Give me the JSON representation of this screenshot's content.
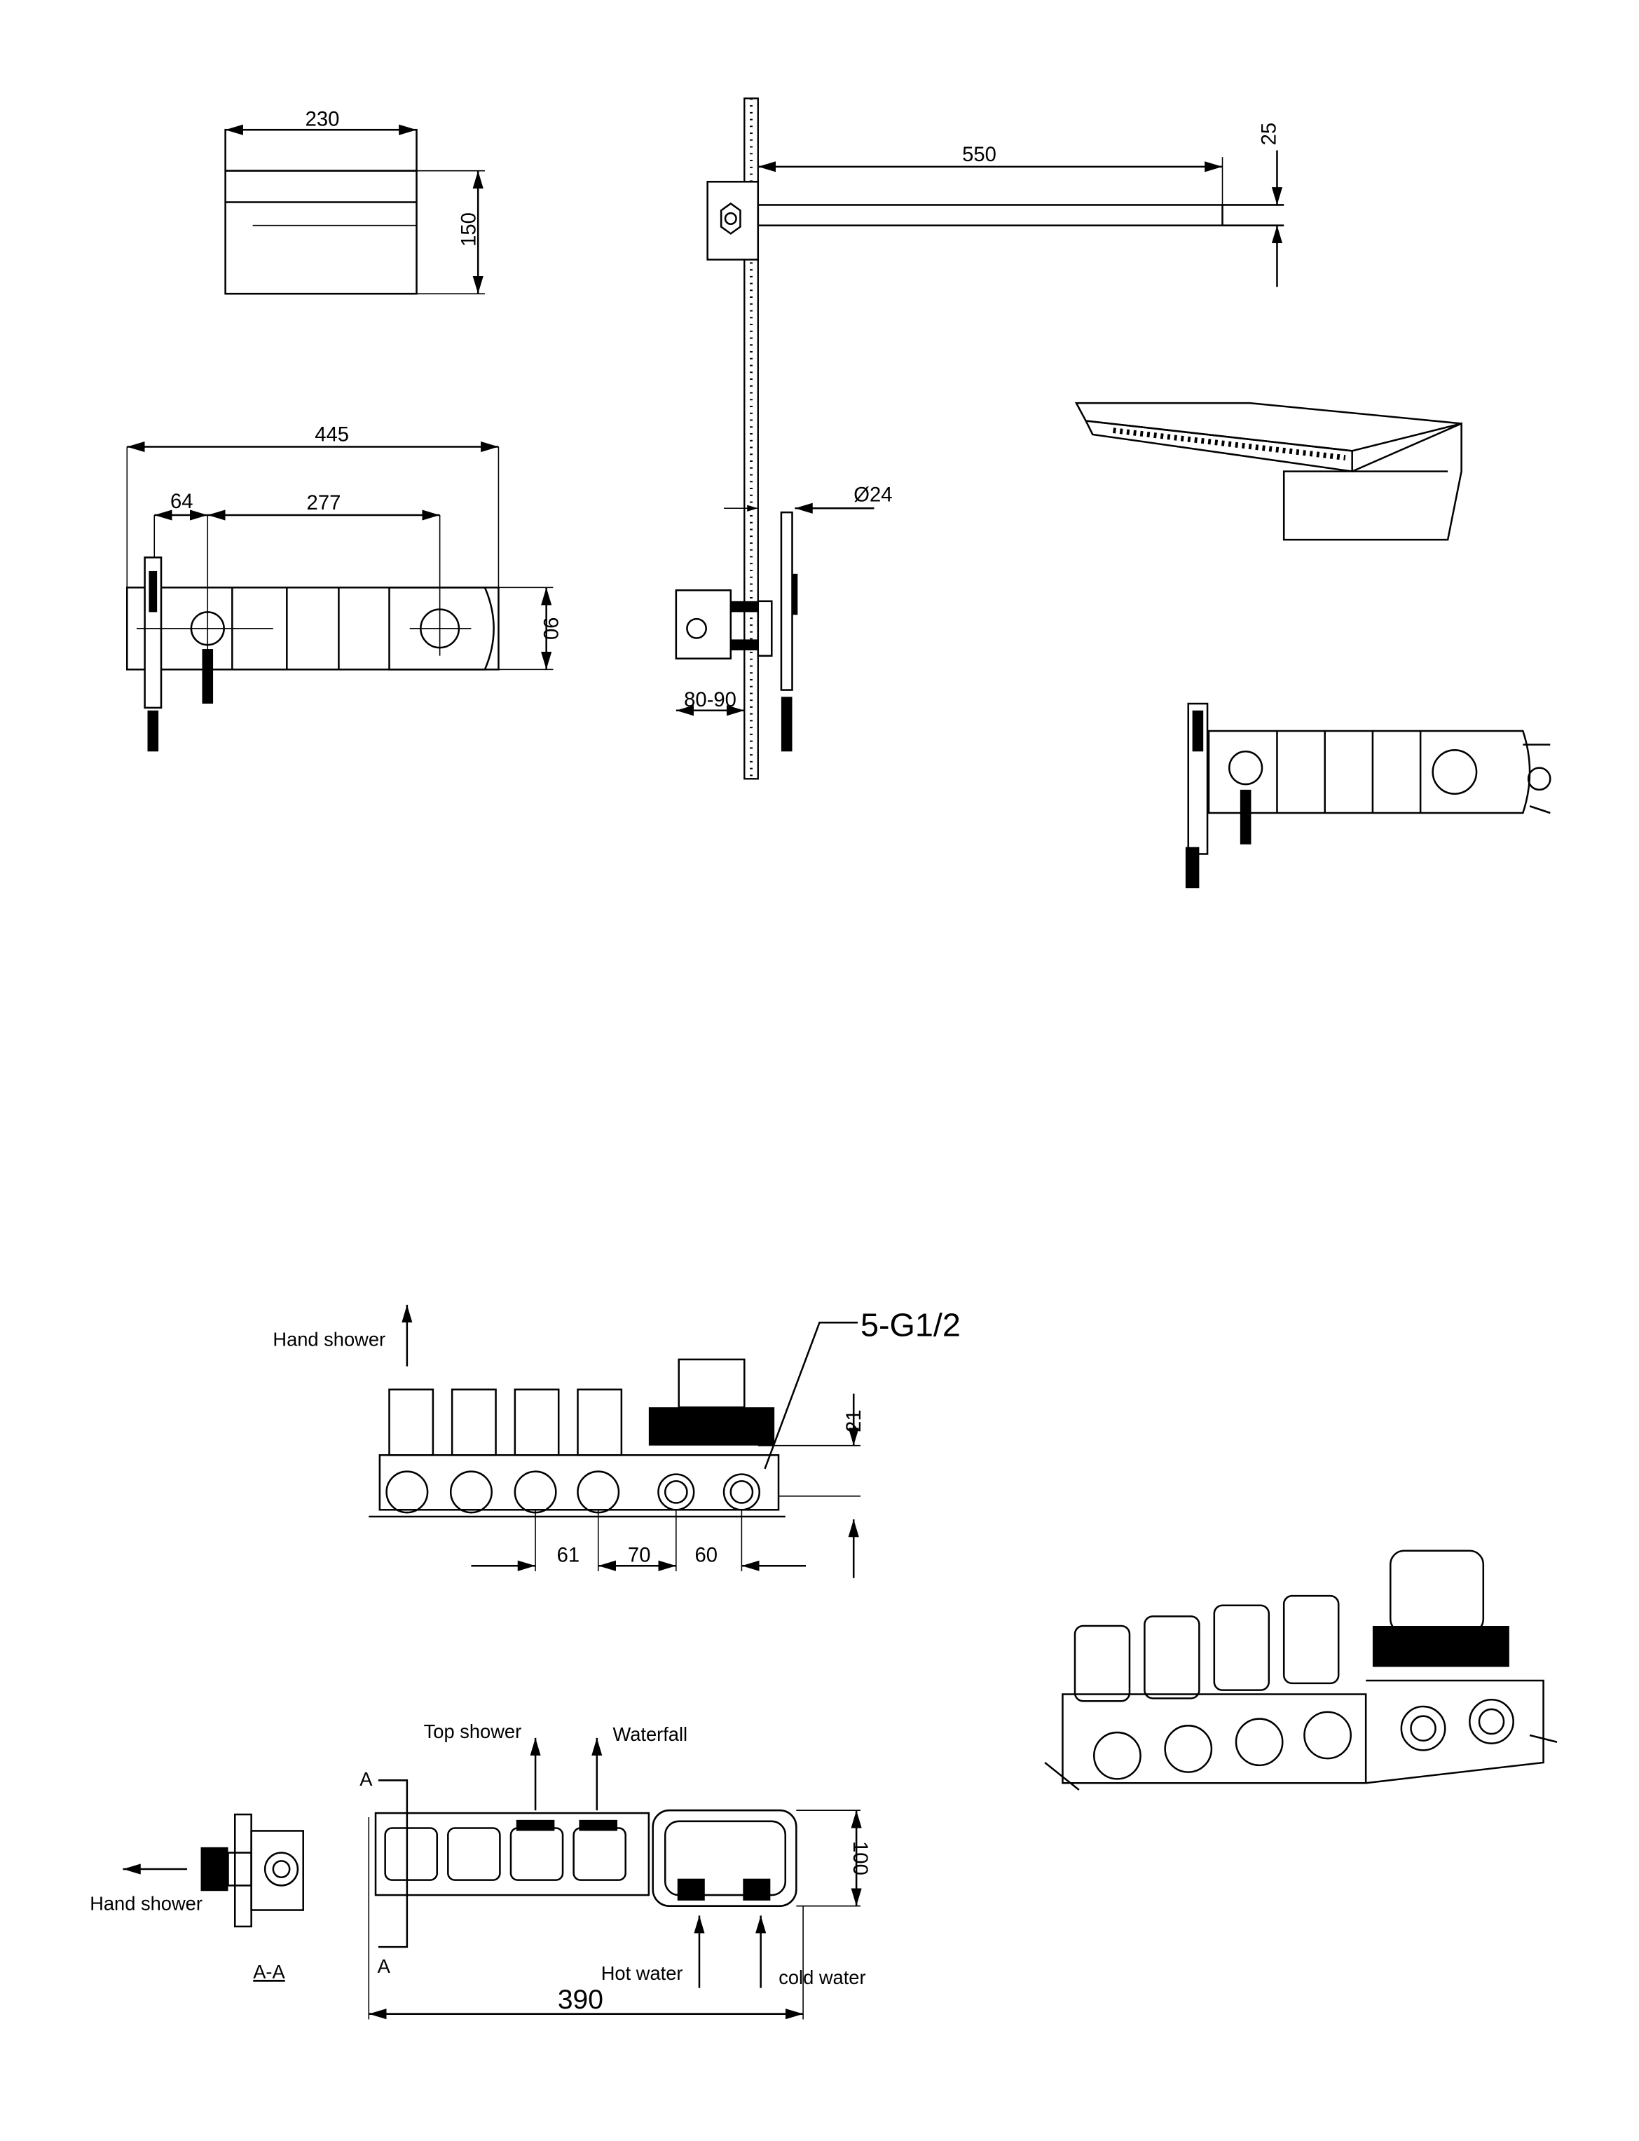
{
  "colors": {
    "ink": "#000000",
    "paper": "#ffffff"
  },
  "top_view": {
    "width_dim": "230",
    "height_dim": "150"
  },
  "side_view": {
    "arm_length_dim": "550",
    "arm_thickness_dim": "25",
    "hose_diameter_dim": "Ø24",
    "wall_depth_dim": "80-90"
  },
  "front_panel": {
    "total_width_dim": "445",
    "offset_dim": "64",
    "spacing_dim": "277",
    "height_dim": "90"
  },
  "valve_elevation": {
    "hand_shower_label": "Hand shower",
    "thread_label": "5-G1/2",
    "height_dim": "21",
    "spacing_1": "61",
    "spacing_2": "70",
    "spacing_3": "60"
  },
  "valve_plan": {
    "top_shower_label": "Top shower",
    "waterfall_label": "Waterfall",
    "section_mark_top": "A",
    "section_mark_bottom": "A",
    "hot_water_label": "Hot water",
    "cold_water_label": "cold water",
    "depth_dim": "100",
    "width_dim": "390"
  },
  "section_view": {
    "hand_shower_label": "Hand  shower",
    "section_title": "A-A"
  }
}
